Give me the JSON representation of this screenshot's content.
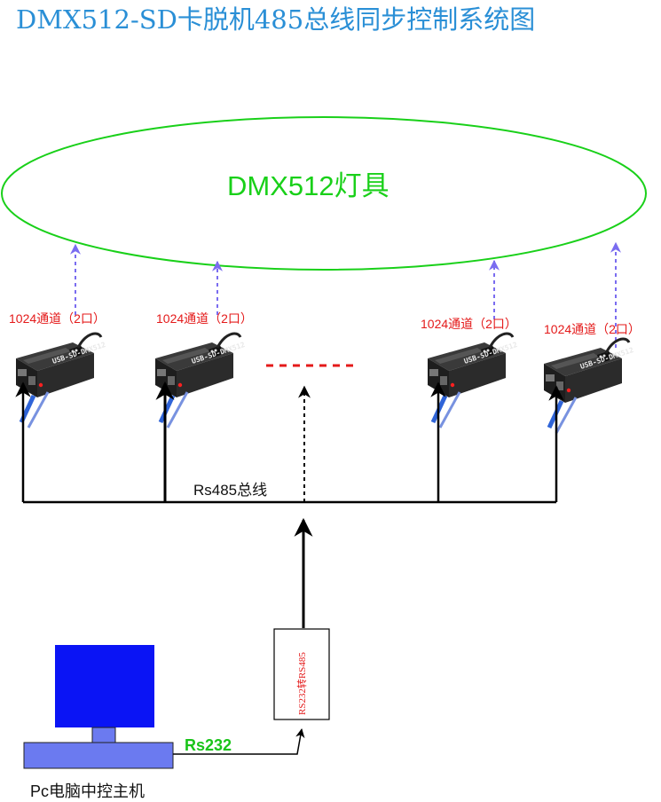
{
  "title": "DMX512-SD卡脱机485总线同步控制系统图",
  "fixtures_label": "DMX512灯具",
  "devices": [
    {
      "channel_label": "1024通道（2口）",
      "device_text": "USB-SD-DMX512"
    },
    {
      "channel_label": "1024通道（2口）",
      "device_text": "USB-SD-DMX512"
    },
    {
      "channel_label": "1024通道（2口）",
      "device_text": "USB-SD-DMX512"
    },
    {
      "channel_label": "1024通道（2口）",
      "device_text": "USB-SD-DMX512"
    }
  ],
  "bus_label": "Rs485总线",
  "converter_label": "RS232转RS485",
  "link_label": "Rs232",
  "pc_label": "Pc电脑中控主机",
  "colors": {
    "title": "#2a8fd6",
    "ellipse": "#19d019",
    "channel_text": "#e41a1a",
    "dmx_arrow": "#7a6cf0",
    "ellipsis_dash": "#e41a1a",
    "monitor": "#0a14f5",
    "base": "#6b7af0",
    "rs232_text": "#19c419"
  },
  "icons": {
    "device": "usb-sd-dmx512-box-icon",
    "monitor": "monitor-icon"
  }
}
